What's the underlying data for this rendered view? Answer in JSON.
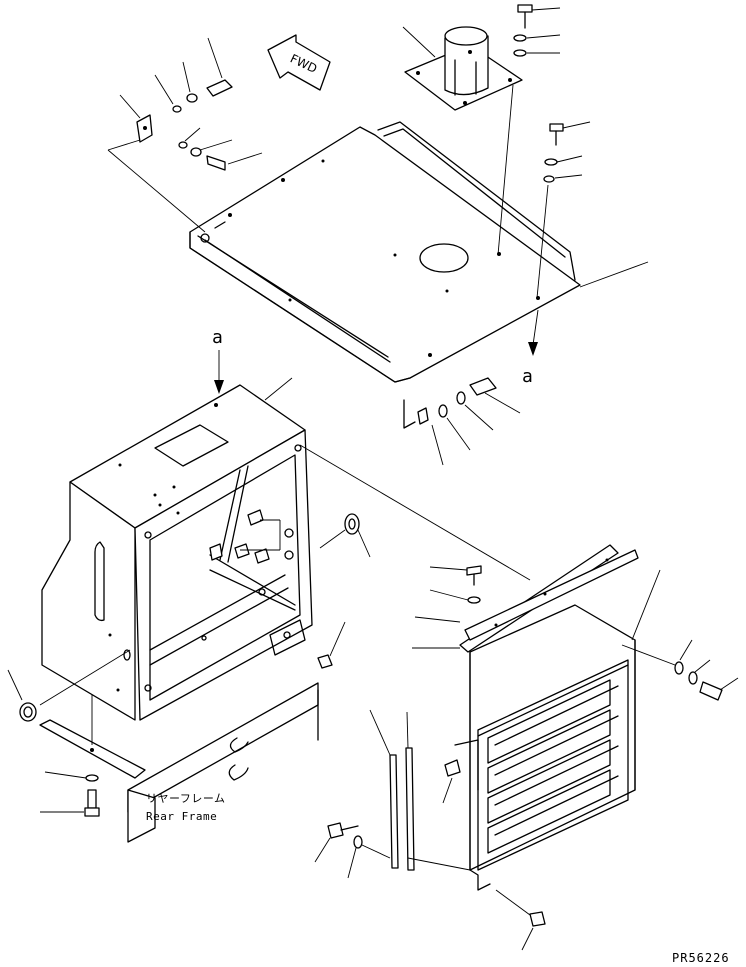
{
  "diagram": {
    "fwd_label": "FWD",
    "ref_marker_top": "a",
    "ref_marker_side": "a",
    "rear_frame_jp": "リヤーフレーム",
    "rear_frame_en": "Rear Frame",
    "drawing_code": "PR56226"
  }
}
